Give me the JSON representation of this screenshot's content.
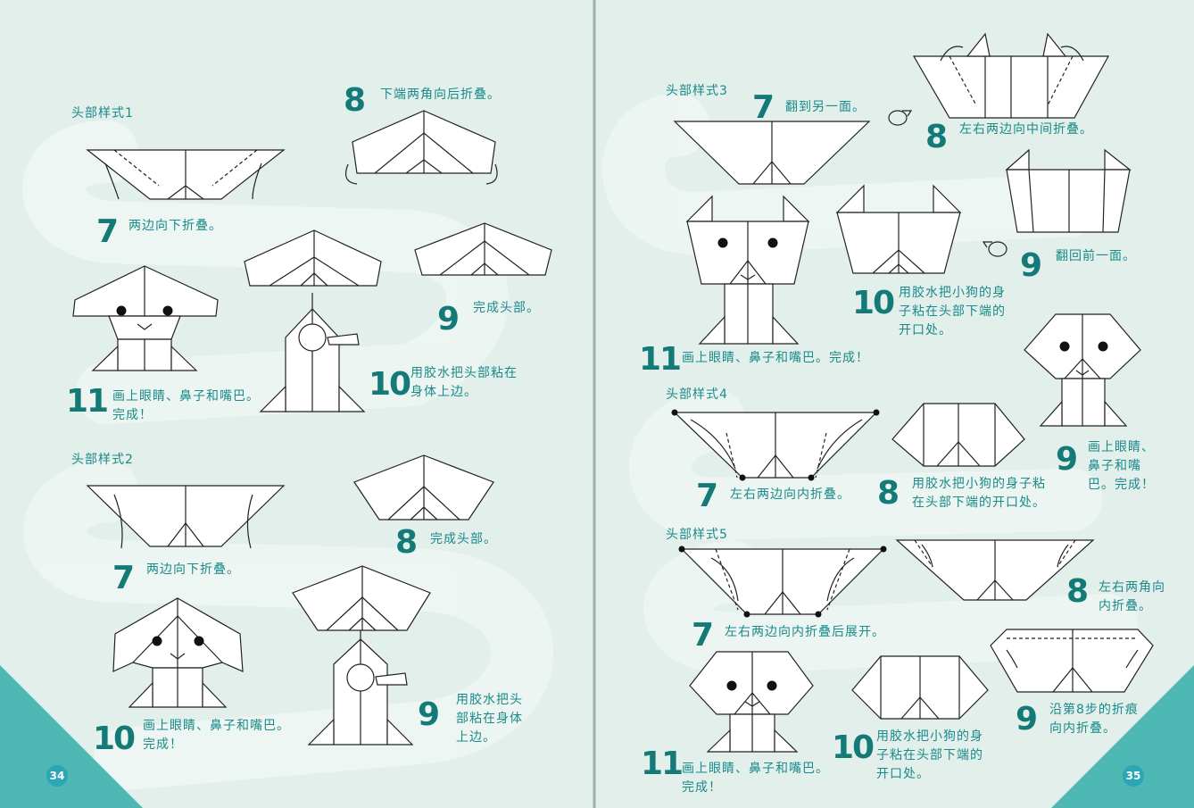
{
  "colors": {
    "background": "#e2efeb",
    "accent": "#1a8a8a",
    "corner": "#4cb7b3",
    "page_badge": "#2aa6b5",
    "number_glow": "#fff7a8"
  },
  "left_page": {
    "page_number": "34",
    "style1": {
      "label": "头部样式1",
      "step7": {
        "num": "7",
        "text": "两边向下折叠。"
      },
      "step8": {
        "num": "8",
        "text": "下端两角向后折叠。"
      },
      "step9": {
        "num": "9",
        "text": "完成头部。"
      },
      "step10": {
        "num": "10",
        "line1": "用胶水把头部粘在",
        "line2": "身体上边。"
      },
      "step11": {
        "num": "11",
        "line1": "画上眼睛、鼻子和嘴巴。",
        "line2": "完成！"
      }
    },
    "style2": {
      "label": "头部样式2",
      "step7": {
        "num": "7",
        "text": "两边向下折叠。"
      },
      "step8": {
        "num": "8",
        "text": "完成头部。"
      },
      "step9": {
        "num": "9",
        "line1": "用胶水把头",
        "line2": "部粘在身体",
        "line3": "上边。"
      },
      "step10": {
        "num": "10",
        "line1": "画上眼睛、鼻子和嘴巴。",
        "line2": "完成！"
      }
    }
  },
  "right_page": {
    "page_number": "35",
    "style3": {
      "label": "头部样式3",
      "step7": {
        "num": "7",
        "text": "翻到另一面。"
      },
      "step8": {
        "num": "8",
        "text": "左右两边向中间折叠。"
      },
      "step9": {
        "num": "9",
        "text": "翻回前一面。"
      },
      "step10": {
        "num": "10",
        "line1": "用胶水把小狗的身",
        "line2": "子粘在头部下端的",
        "line3": "开口处。"
      },
      "step11": {
        "num": "11",
        "text": "画上眼睛、鼻子和嘴巴。完成！"
      }
    },
    "style4": {
      "label": "头部样式4",
      "step7": {
        "num": "7",
        "text": "左右两边向内折叠。"
      },
      "step8": {
        "num": "8",
        "line1": "用胶水把小狗的身子粘",
        "line2": "在头部下端的开口处。"
      },
      "step9": {
        "num": "9",
        "line1": "画上眼睛、",
        "line2": "鼻子和嘴",
        "line3": "巴。完成！"
      }
    },
    "style5": {
      "label": "头部样式5",
      "step7": {
        "num": "7",
        "text": "左右两边向内折叠后展开。"
      },
      "step8": {
        "num": "8",
        "line1": "左右两角向",
        "line2": "内折叠。"
      },
      "step9": {
        "num": "9",
        "line1": "沿第8步的折痕",
        "line2": "向内折叠。"
      },
      "step10": {
        "num": "10",
        "line1": "用胶水把小狗的身",
        "line2": "子粘在头部下端的",
        "line3": "开口处。"
      },
      "step11": {
        "num": "11",
        "line1": "画上眼睛、鼻子和嘴巴。",
        "line2": "完成！"
      }
    }
  },
  "icons": [
    "flip-arrow-icon",
    "flip-back-arrow-icon",
    "fold-arrow-icon",
    "glue-tag-icon"
  ]
}
